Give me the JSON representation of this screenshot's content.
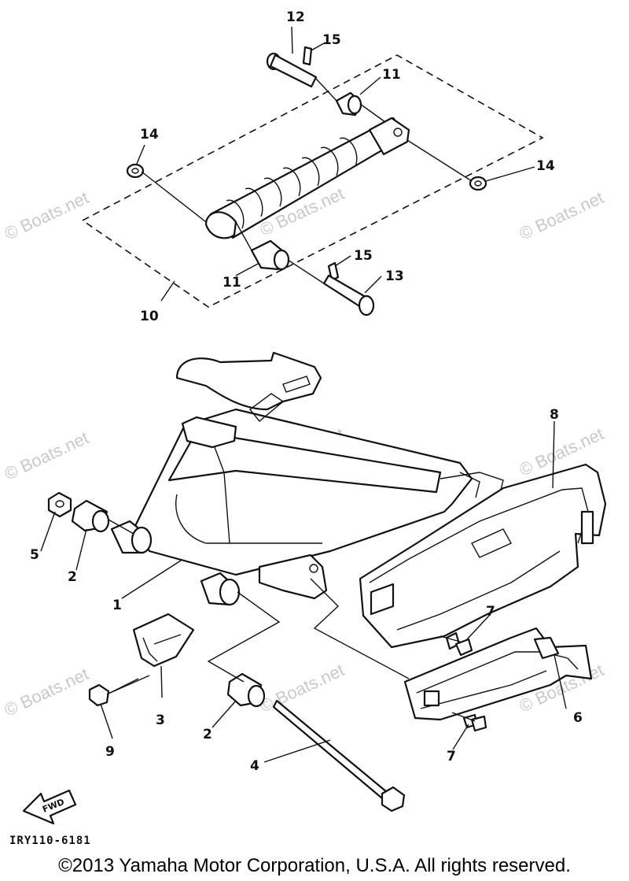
{
  "callouts": [
    {
      "id": "1"
    },
    {
      "id": "2"
    },
    {
      "id": "3"
    },
    {
      "id": "4"
    },
    {
      "id": "5"
    },
    {
      "id": "6"
    },
    {
      "id": "7"
    },
    {
      "id": "8"
    },
    {
      "id": "9"
    },
    {
      "id": "10"
    },
    {
      "id": "11"
    },
    {
      "id": "12"
    },
    {
      "id": "13"
    },
    {
      "id": "14"
    },
    {
      "id": "15"
    }
  ],
  "watermark": "© Boats.net",
  "fwd_label": "FWD",
  "diagram_code": "IRY110-6181",
  "copyright": "©2013 Yamaha Motor Corporation, U.S.A. All rights reserved."
}
